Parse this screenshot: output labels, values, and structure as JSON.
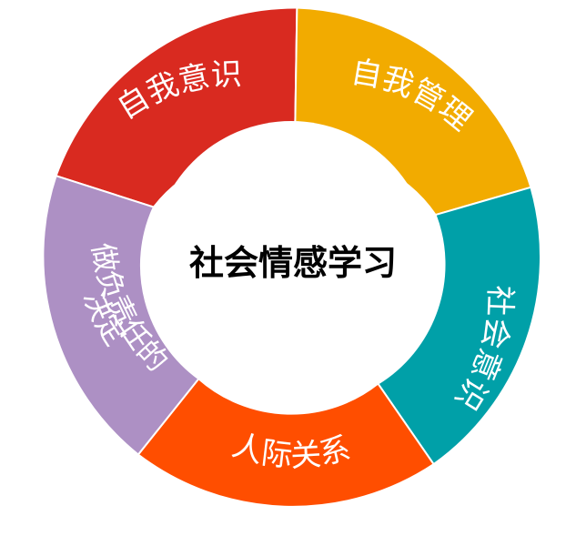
{
  "diagram": {
    "center_label": "社会情感学习",
    "segments": [
      {
        "id": "self-awareness",
        "label": "自我意识",
        "color": "#d92a20"
      },
      {
        "id": "self-management",
        "label": "自我管理",
        "color": "#f2ab00"
      },
      {
        "id": "social-awareness",
        "label": "社会意识",
        "color": "#00a0a8"
      },
      {
        "id": "relationship-skills",
        "label": "人际关系",
        "color": "#ff4e00"
      },
      {
        "id": "responsible-decision-making",
        "label": "做负责任的决定",
        "label_lines": [
          "做负责任的",
          "决定"
        ],
        "color": "#ad90c4"
      }
    ]
  }
}
